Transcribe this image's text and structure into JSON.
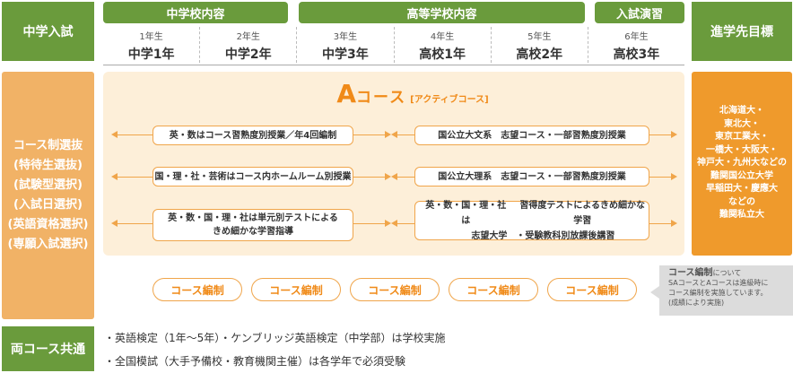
{
  "left_header": "中学入試",
  "right_header": "進学先目標",
  "phases": [
    {
      "label": "中学校内容"
    },
    {
      "label": "高等学校内容"
    },
    {
      "label": "入試演習"
    }
  ],
  "grades": [
    {
      "year": "1年生",
      "name": "中学1年"
    },
    {
      "year": "2年生",
      "name": "中学2年"
    },
    {
      "year": "3年生",
      "name": "中学3年"
    },
    {
      "year": "4年生",
      "name": "高校1年"
    },
    {
      "year": "5年生",
      "name": "高校2年"
    },
    {
      "year": "6年生",
      "name": "高校3年"
    }
  ],
  "selection": {
    "lines": [
      "コース制選抜",
      "(特待生選抜)",
      "(試験型選択)",
      "(入試日選択)",
      "(英語資格選択)",
      "(専願入試選択)"
    ]
  },
  "course": {
    "letter": "A",
    "name": "コース",
    "sub": "[アクティブコース]"
  },
  "programs": {
    "row1_left": "英・数はコース習熟度別授業／年4回編制",
    "row1_right": "国公立大文系　志望コース・一部習熟度別授業",
    "row2_left": "国・理・社・芸術はコース内ホームルーム別授業",
    "row2_right": "国公立大理系　志望コース・一部習熟度別授業",
    "row3_left_1": "英・数・国・理・社は単元別テストによる",
    "row3_left_2": "きめ細かな学習指導",
    "row3_right_a1": "英・数・国・理・社は",
    "row3_right_a2": "志望大学",
    "row3_right_b1": "習得度テストによるきめ細かな学習",
    "row3_right_b2": "・受験教科別放課後講習"
  },
  "targets": [
    "北海道大・",
    "東北大・",
    "東京工業大・",
    "一橋大・大阪大・",
    "神戸大・九州大などの",
    "難関国公立大学",
    "早稲田大・慶應大",
    "などの",
    "難関私立大"
  ],
  "reorg_label": "コース編制",
  "note": {
    "title": "コース編制",
    "title_suffix": "について",
    "line1": "SAコースとAコースは進級時に",
    "line2": "コース編制を実施しています。",
    "line3": "(成績により実施)"
  },
  "common": {
    "label": "両コース共通",
    "item1": "・英語検定（1年〜5年）・ケンブリッジ英語検定（中学部）は学校実施",
    "item2": "・全国模試（大手予備校・教育機関主催）は各学年で必須受験"
  }
}
